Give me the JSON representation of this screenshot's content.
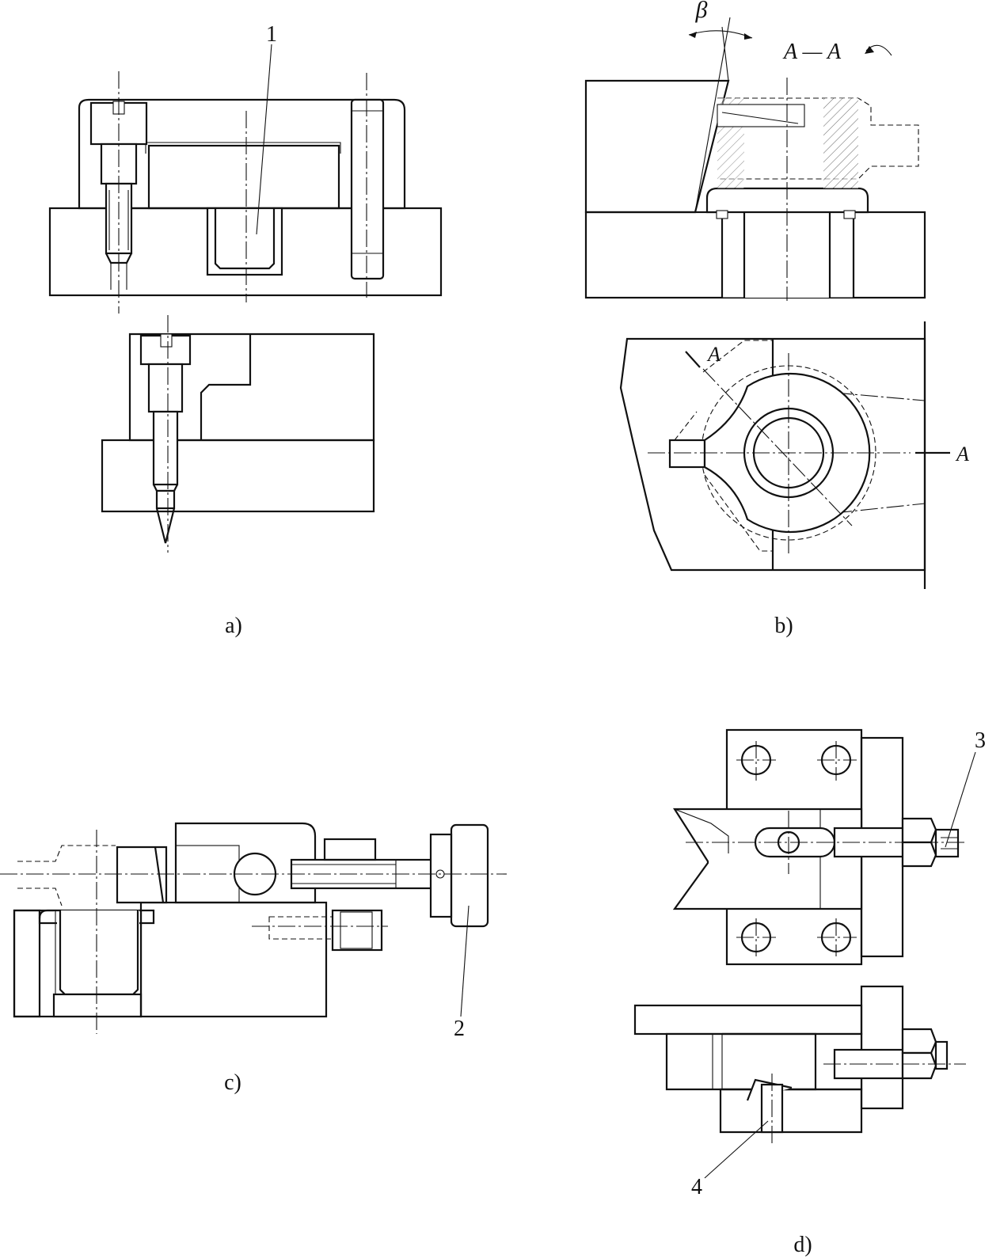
{
  "figure_labels": {
    "a": "a)",
    "b": "b)",
    "c": "c)",
    "d": "d)"
  },
  "callouts": {
    "n1": "1",
    "n2": "2",
    "n3": "3",
    "n4": "4"
  },
  "section_labels": {
    "section_title": "A — A",
    "cut_mark_top": "A",
    "cut_mark_right": "A",
    "angle": "β"
  }
}
